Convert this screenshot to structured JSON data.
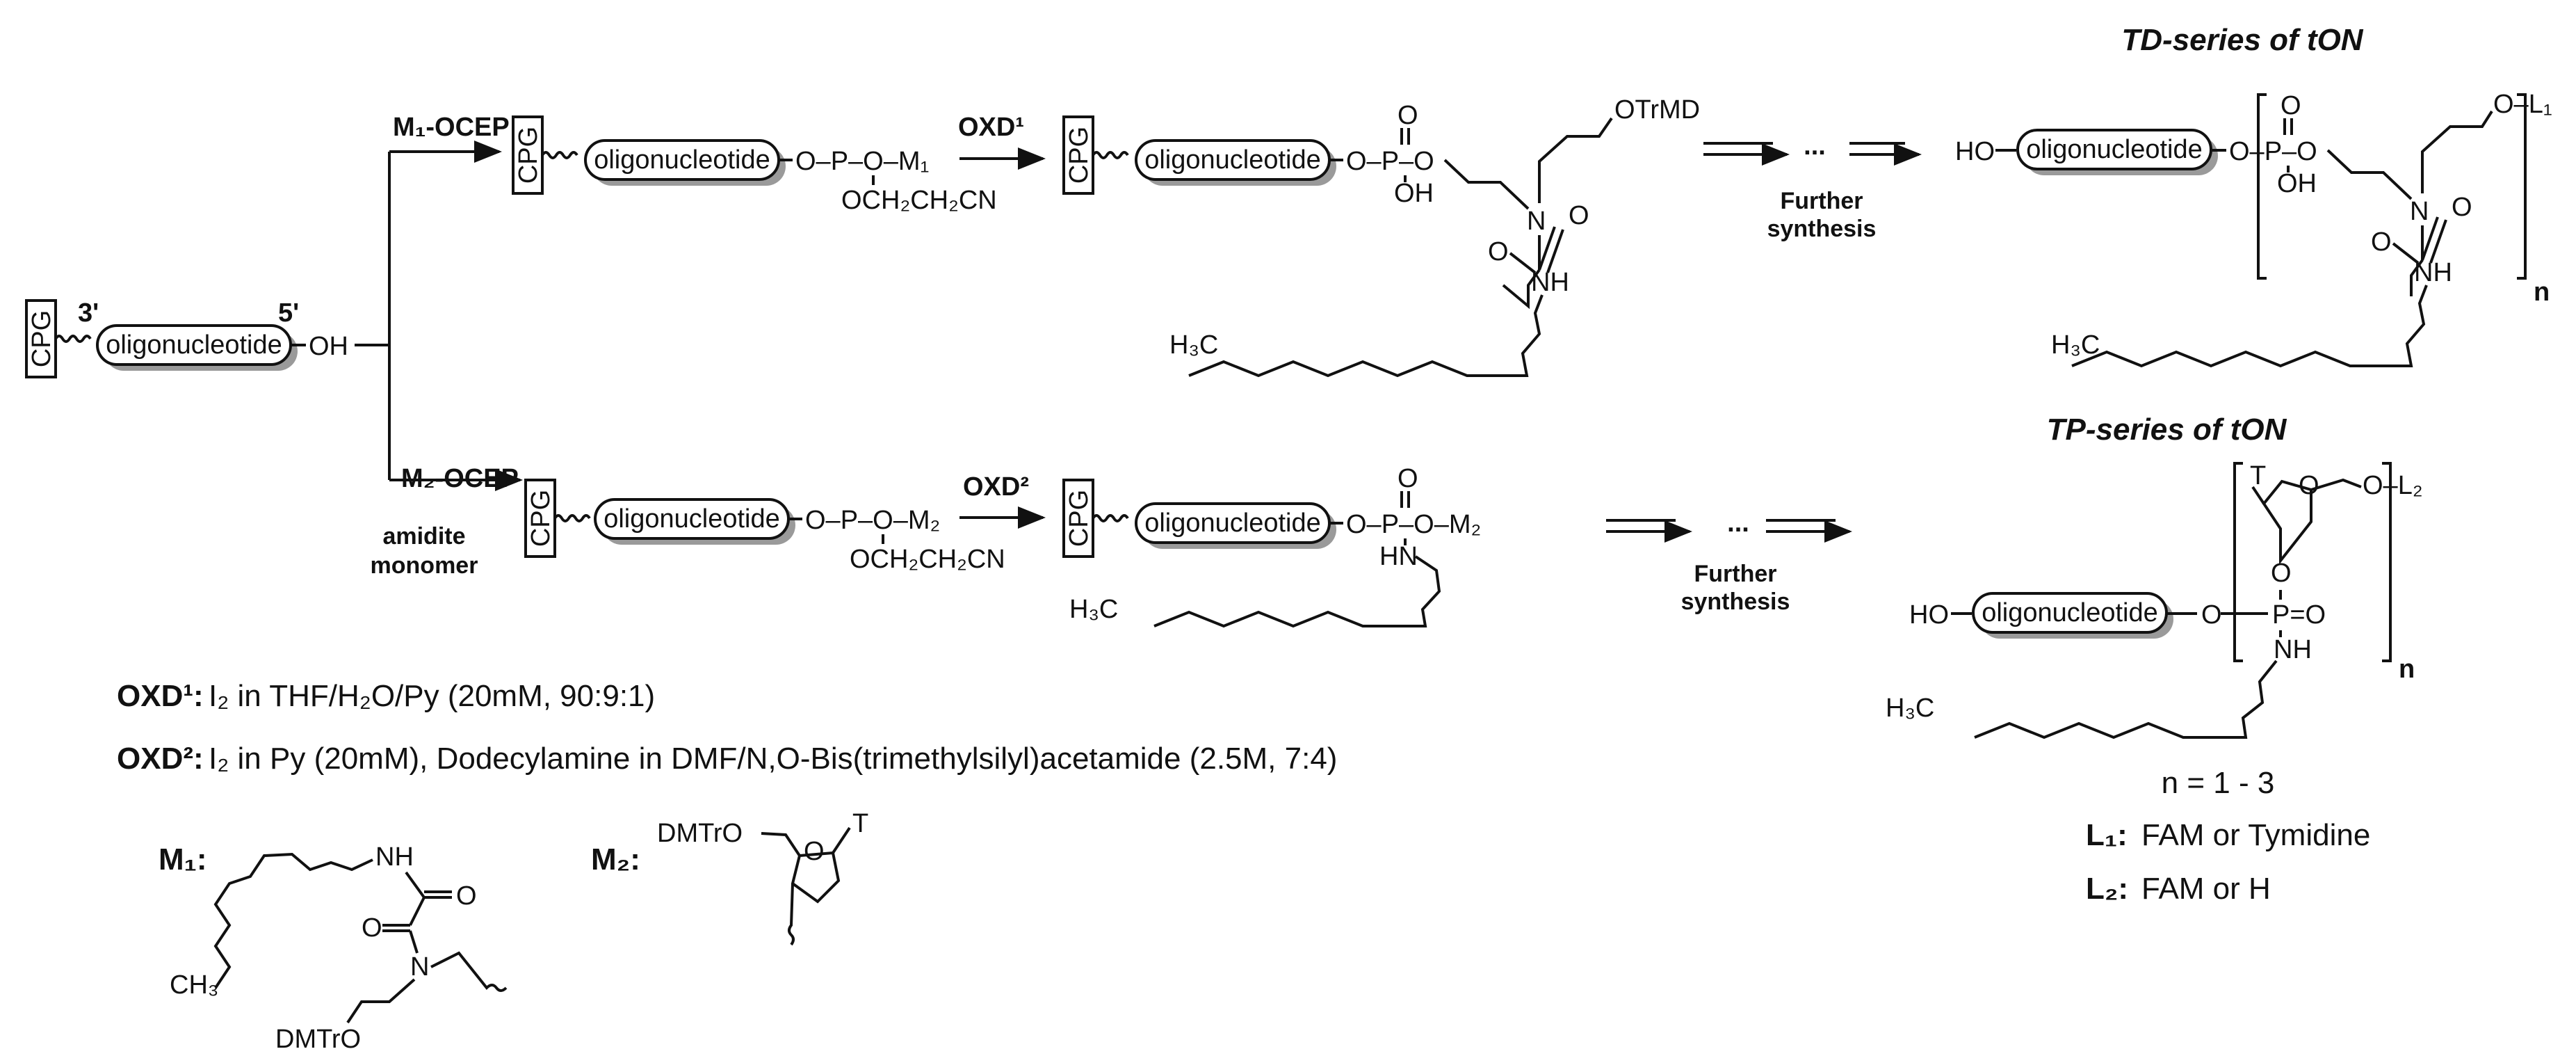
{
  "series_titles": {
    "td": "TD-series of tON",
    "tp": "TP-series of tON"
  },
  "start": {
    "cpg": "CPG",
    "prime3": "3'",
    "prime5": "5'",
    "oligo": "oligonucleotide",
    "oh": "OH"
  },
  "top_branch": {
    "reagent": "M₁-OCEP",
    "cpg": "CPG",
    "oligo": "oligonucleotide",
    "phosphite": "O–P–O–M₁",
    "cyanoethyl": "OCH₂CH₂CN",
    "oxidation": "OXD¹",
    "product": {
      "cpg": "CPG",
      "oligo": "oligonucleotide",
      "ester": "O–P–O",
      "p_oxo": "O",
      "p_oh": "OH",
      "n": "N",
      "otrmd": "OTrMD",
      "o1": "O",
      "o2": "O",
      "nh": "NH",
      "h3c": "H₃C"
    },
    "further": {
      "dots": "...",
      "line1": "Further",
      "line2": "synthesis"
    }
  },
  "bottom_branch": {
    "reagent": "M₂-OCEP",
    "note1": "amidite",
    "note2": "monomer",
    "cpg": "CPG",
    "oligo": "oligonucleotide",
    "phosphite": "O–P–O–M₂",
    "cyanoethyl": "OCH₂CH₂CN",
    "oxidation": "OXD²",
    "product": {
      "cpg": "CPG",
      "oligo": "oligonucleotide",
      "ester": "O–P–O–M₂",
      "p_oxo": "O",
      "hn": "HN",
      "h3c": "H₃C"
    },
    "further": {
      "dots": "...",
      "line1": "Further",
      "line2": "synthesis"
    }
  },
  "td_structure": {
    "ho": "HO",
    "oligo": "oligonucleotide",
    "ester": "O–P–O",
    "p_oxo": "O",
    "p_oh": "OH",
    "n": "N",
    "o_l1": "O–L₁",
    "o1": "O",
    "o2": "O",
    "nh": "NH",
    "h3c": "H₃C",
    "sub_n": "n"
  },
  "tp_structure": {
    "ho": "HO",
    "oligo": "oligonucleotide",
    "o_left": "O",
    "p_oxo": "P=O",
    "o_link": "O",
    "ring_o": "O",
    "t": "T",
    "o_l2": "O–L₂",
    "nh": "NH",
    "h3c": "H₃C",
    "sub_n": "n"
  },
  "legend": {
    "n_range": "n = 1 - 3",
    "l1_label": "L₁:",
    "l1_value": "FAM or Tymidine",
    "l2_label": "L₂:",
    "l2_value": "FAM or H"
  },
  "conditions": {
    "oxd1_label": "OXD¹:",
    "oxd1_text": "I₂ in THF/H₂O/Py (20mM, 90:9:1)",
    "oxd2_label": "OXD²:",
    "oxd2_text": "I₂ in Py (20mM), Dodecylamine in DMF/N,O-Bis(trimethylsilyl)acetamide (2.5M, 7:4)"
  },
  "m1": {
    "label": "M₁:",
    "nh": "NH",
    "o1": "O",
    "o2": "O",
    "n": "N",
    "ch3": "CH₃",
    "dmtro": "DMTrO"
  },
  "m2": {
    "label": "M₂:",
    "dmtro": "DMTrO",
    "ring_o": "O",
    "t": "T"
  },
  "colors": {
    "ink": "#111111",
    "shadow": "#9a9a9a",
    "background": "#ffffff"
  }
}
